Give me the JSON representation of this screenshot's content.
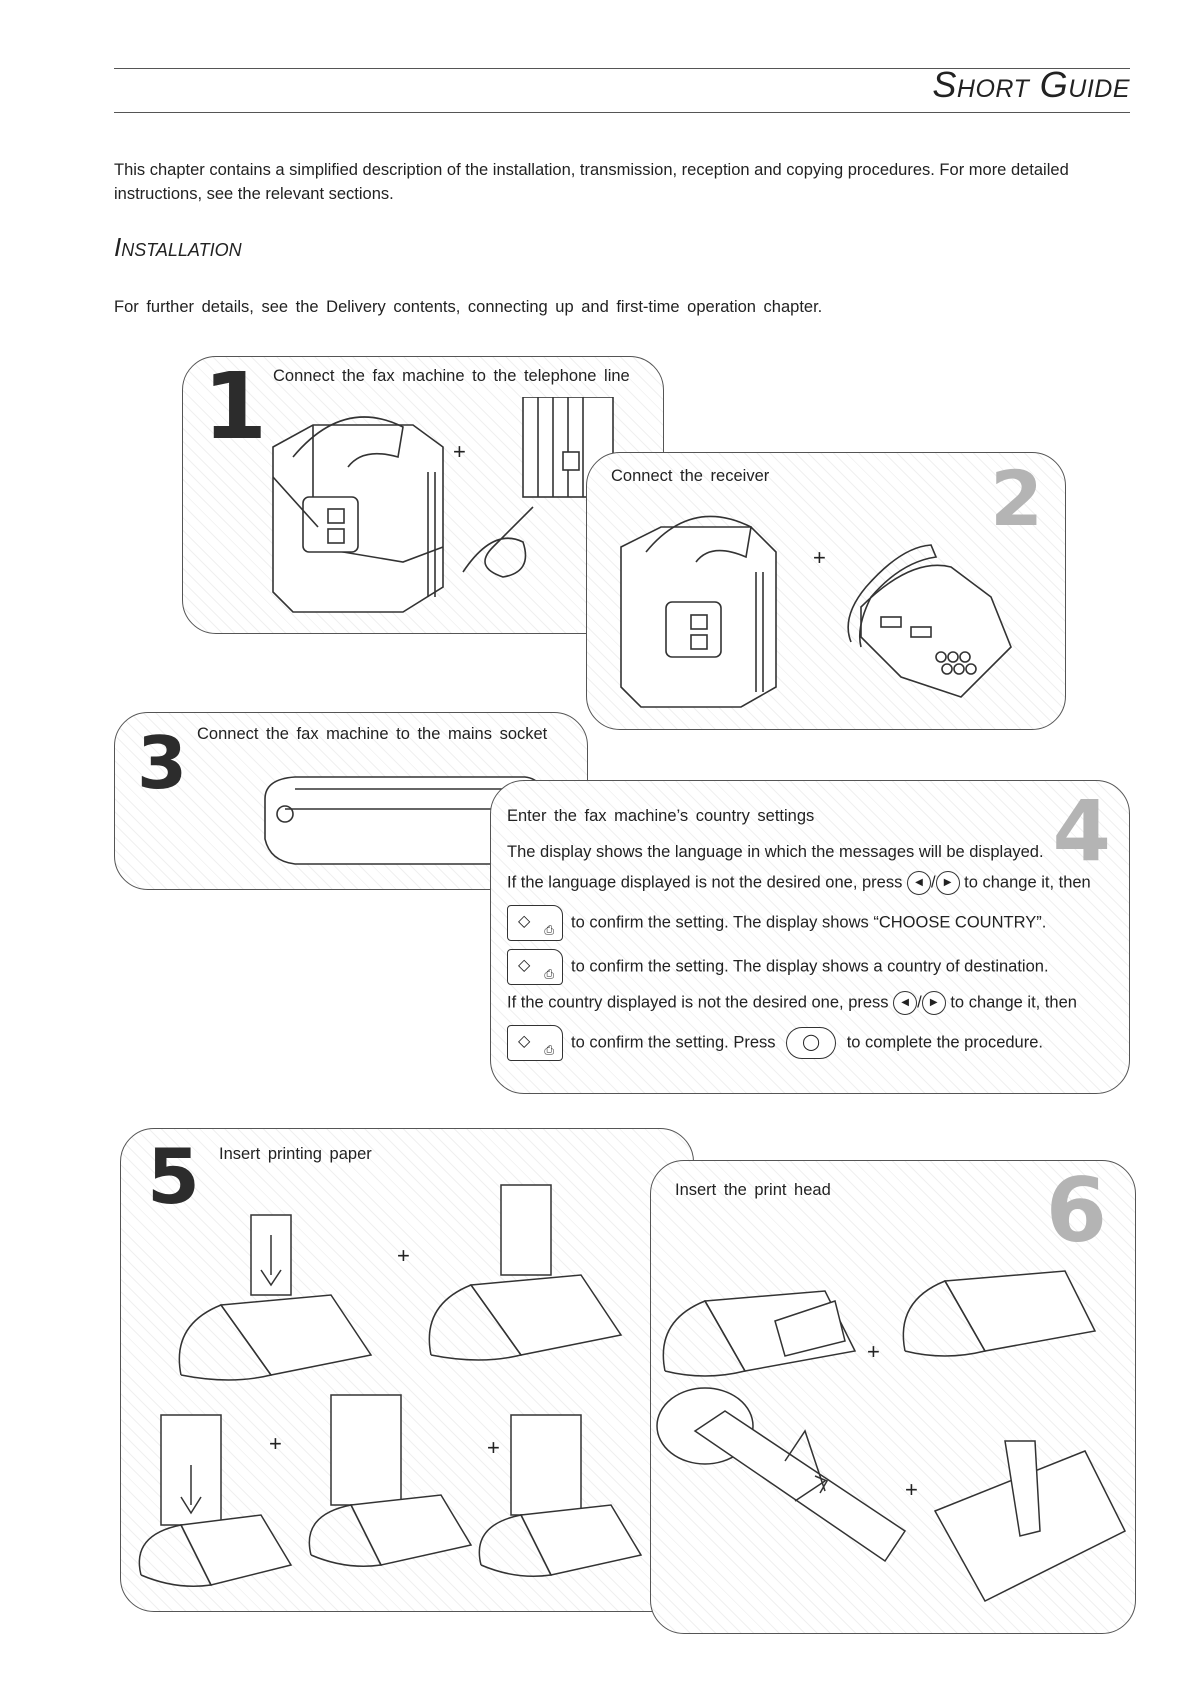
{
  "header": {
    "title": "Short Guide"
  },
  "intro": "This chapter contains a simplified description of the installation, transmission, reception and copying procedures. For more detailed instructions, see the relevant sections.",
  "section_title": "Installation",
  "further_details": "For further details, see the Delivery contents, connecting up and first-time operation chapter.",
  "steps": {
    "s1": {
      "number": "1",
      "title": "Connect the fax machine to the telephone line"
    },
    "s2": {
      "number": "2",
      "title": "Connect the receiver"
    },
    "s3": {
      "number": "3",
      "title": "Connect the fax machine to the mains socket"
    },
    "s4": {
      "number": "4",
      "title": "Enter the fax machine’s country settings",
      "line1": "The display shows the language in which the messages will be displayed.",
      "line2a": "If the language displayed is not the desired one, press",
      "line2b": "to change it, then",
      "line3": "to confirm the setting. The display shows “CHOOSE COUNTRY”.",
      "line4": "to confirm the setting. The display shows a country of destination.",
      "line5a": "If the country displayed is not the desired one, press",
      "line5b": "to change it, then",
      "line6a": "to confirm the setting. Press",
      "line6b": "to complete the procedure.",
      "slash": "/"
    },
    "s5": {
      "number": "5",
      "title": "Insert printing paper"
    },
    "s6": {
      "number": "6",
      "title": "Insert the print head"
    }
  },
  "plus_sign": "+",
  "icons": {
    "start_key": "◇",
    "copy_key": "⎙",
    "left_arrow": "◀",
    "right_arrow": "▶",
    "stop_key": "◯"
  }
}
